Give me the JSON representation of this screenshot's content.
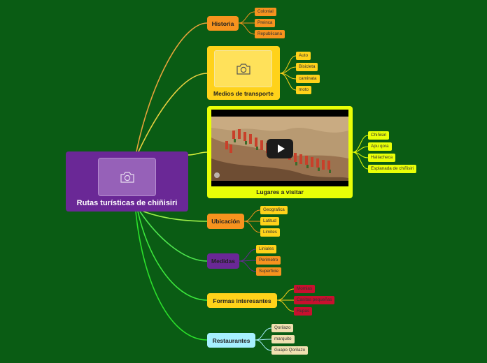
{
  "root": {
    "label": "Rutas turísticas de chiñisiri",
    "icon": "camera-icon"
  },
  "branches": [
    {
      "id": "historia",
      "label": "Historia",
      "color": "#f7931e",
      "line": "#e6a33a",
      "leaves": [
        {
          "text": "Colonial",
          "color": "#f7931e"
        },
        {
          "text": "Preinca",
          "color": "#f7931e"
        },
        {
          "text": "Republicana",
          "color": "#f7931e"
        }
      ]
    },
    {
      "id": "medios",
      "label": "Medios de transporte",
      "color": "#ffd21a",
      "line": "#e8d040",
      "leaves": [
        {
          "text": "Auto",
          "color": "#ffd21a"
        },
        {
          "text": "Bisicleta",
          "color": "#ffd21a"
        },
        {
          "text": "caminata",
          "color": "#ffd21a"
        },
        {
          "text": "moto",
          "color": "#ffd21a"
        }
      ]
    },
    {
      "id": "lugares",
      "label": "Lugares a visitar",
      "color": "#e9ff07",
      "line": "#d7f23a",
      "leaves": [
        {
          "text": "Chiñisiri",
          "color": "#e9ff07"
        },
        {
          "text": "Apu qora",
          "color": "#e9ff07"
        },
        {
          "text": "Hallacheca",
          "color": "#e9ff07"
        },
        {
          "text": "Esplanada de chiñisiri",
          "color": "#e9ff07"
        }
      ]
    },
    {
      "id": "ubicacion",
      "label": "Ubicación",
      "color": "#f7931e",
      "line": "#9ef04a",
      "leaves": [
        {
          "text": "Geografica",
          "color": "#ffd21a"
        },
        {
          "text": "Latitud",
          "color": "#ffd21a"
        },
        {
          "text": "Limites",
          "color": "#ffd21a"
        }
      ]
    },
    {
      "id": "medidas",
      "label": "Medidas",
      "color": "#6a2896",
      "line": "#4ee44e",
      "leaves": [
        {
          "text": "Liniales",
          "color": "#ffd21a"
        },
        {
          "text": "Perimetro",
          "color": "#f7931e"
        },
        {
          "text": "Superficie",
          "color": "#f7931e"
        }
      ]
    },
    {
      "id": "formas",
      "label": "Formas interesantes",
      "color": "#ffd21a",
      "line": "#3ce83c",
      "leaves": [
        {
          "text": "Momias",
          "color": "#c8102e"
        },
        {
          "text": "Casitas pequeñas",
          "color": "#c8102e"
        },
        {
          "text": "Rupas",
          "color": "#c8102e"
        }
      ]
    },
    {
      "id": "restaurantes",
      "label": "Restaurantes",
      "color": "#a6f0ff",
      "line": "#2be02b",
      "leaves": [
        {
          "text": "Qorilazo",
          "color": "#f0e0b0"
        },
        {
          "text": "marquito",
          "color": "#f0e0b0"
        },
        {
          "text": "Guapo Qorilazo",
          "color": "#f0e0b0"
        }
      ]
    }
  ],
  "media": {
    "photo_icon": "camera-icon",
    "video_icon": "play-icon"
  }
}
